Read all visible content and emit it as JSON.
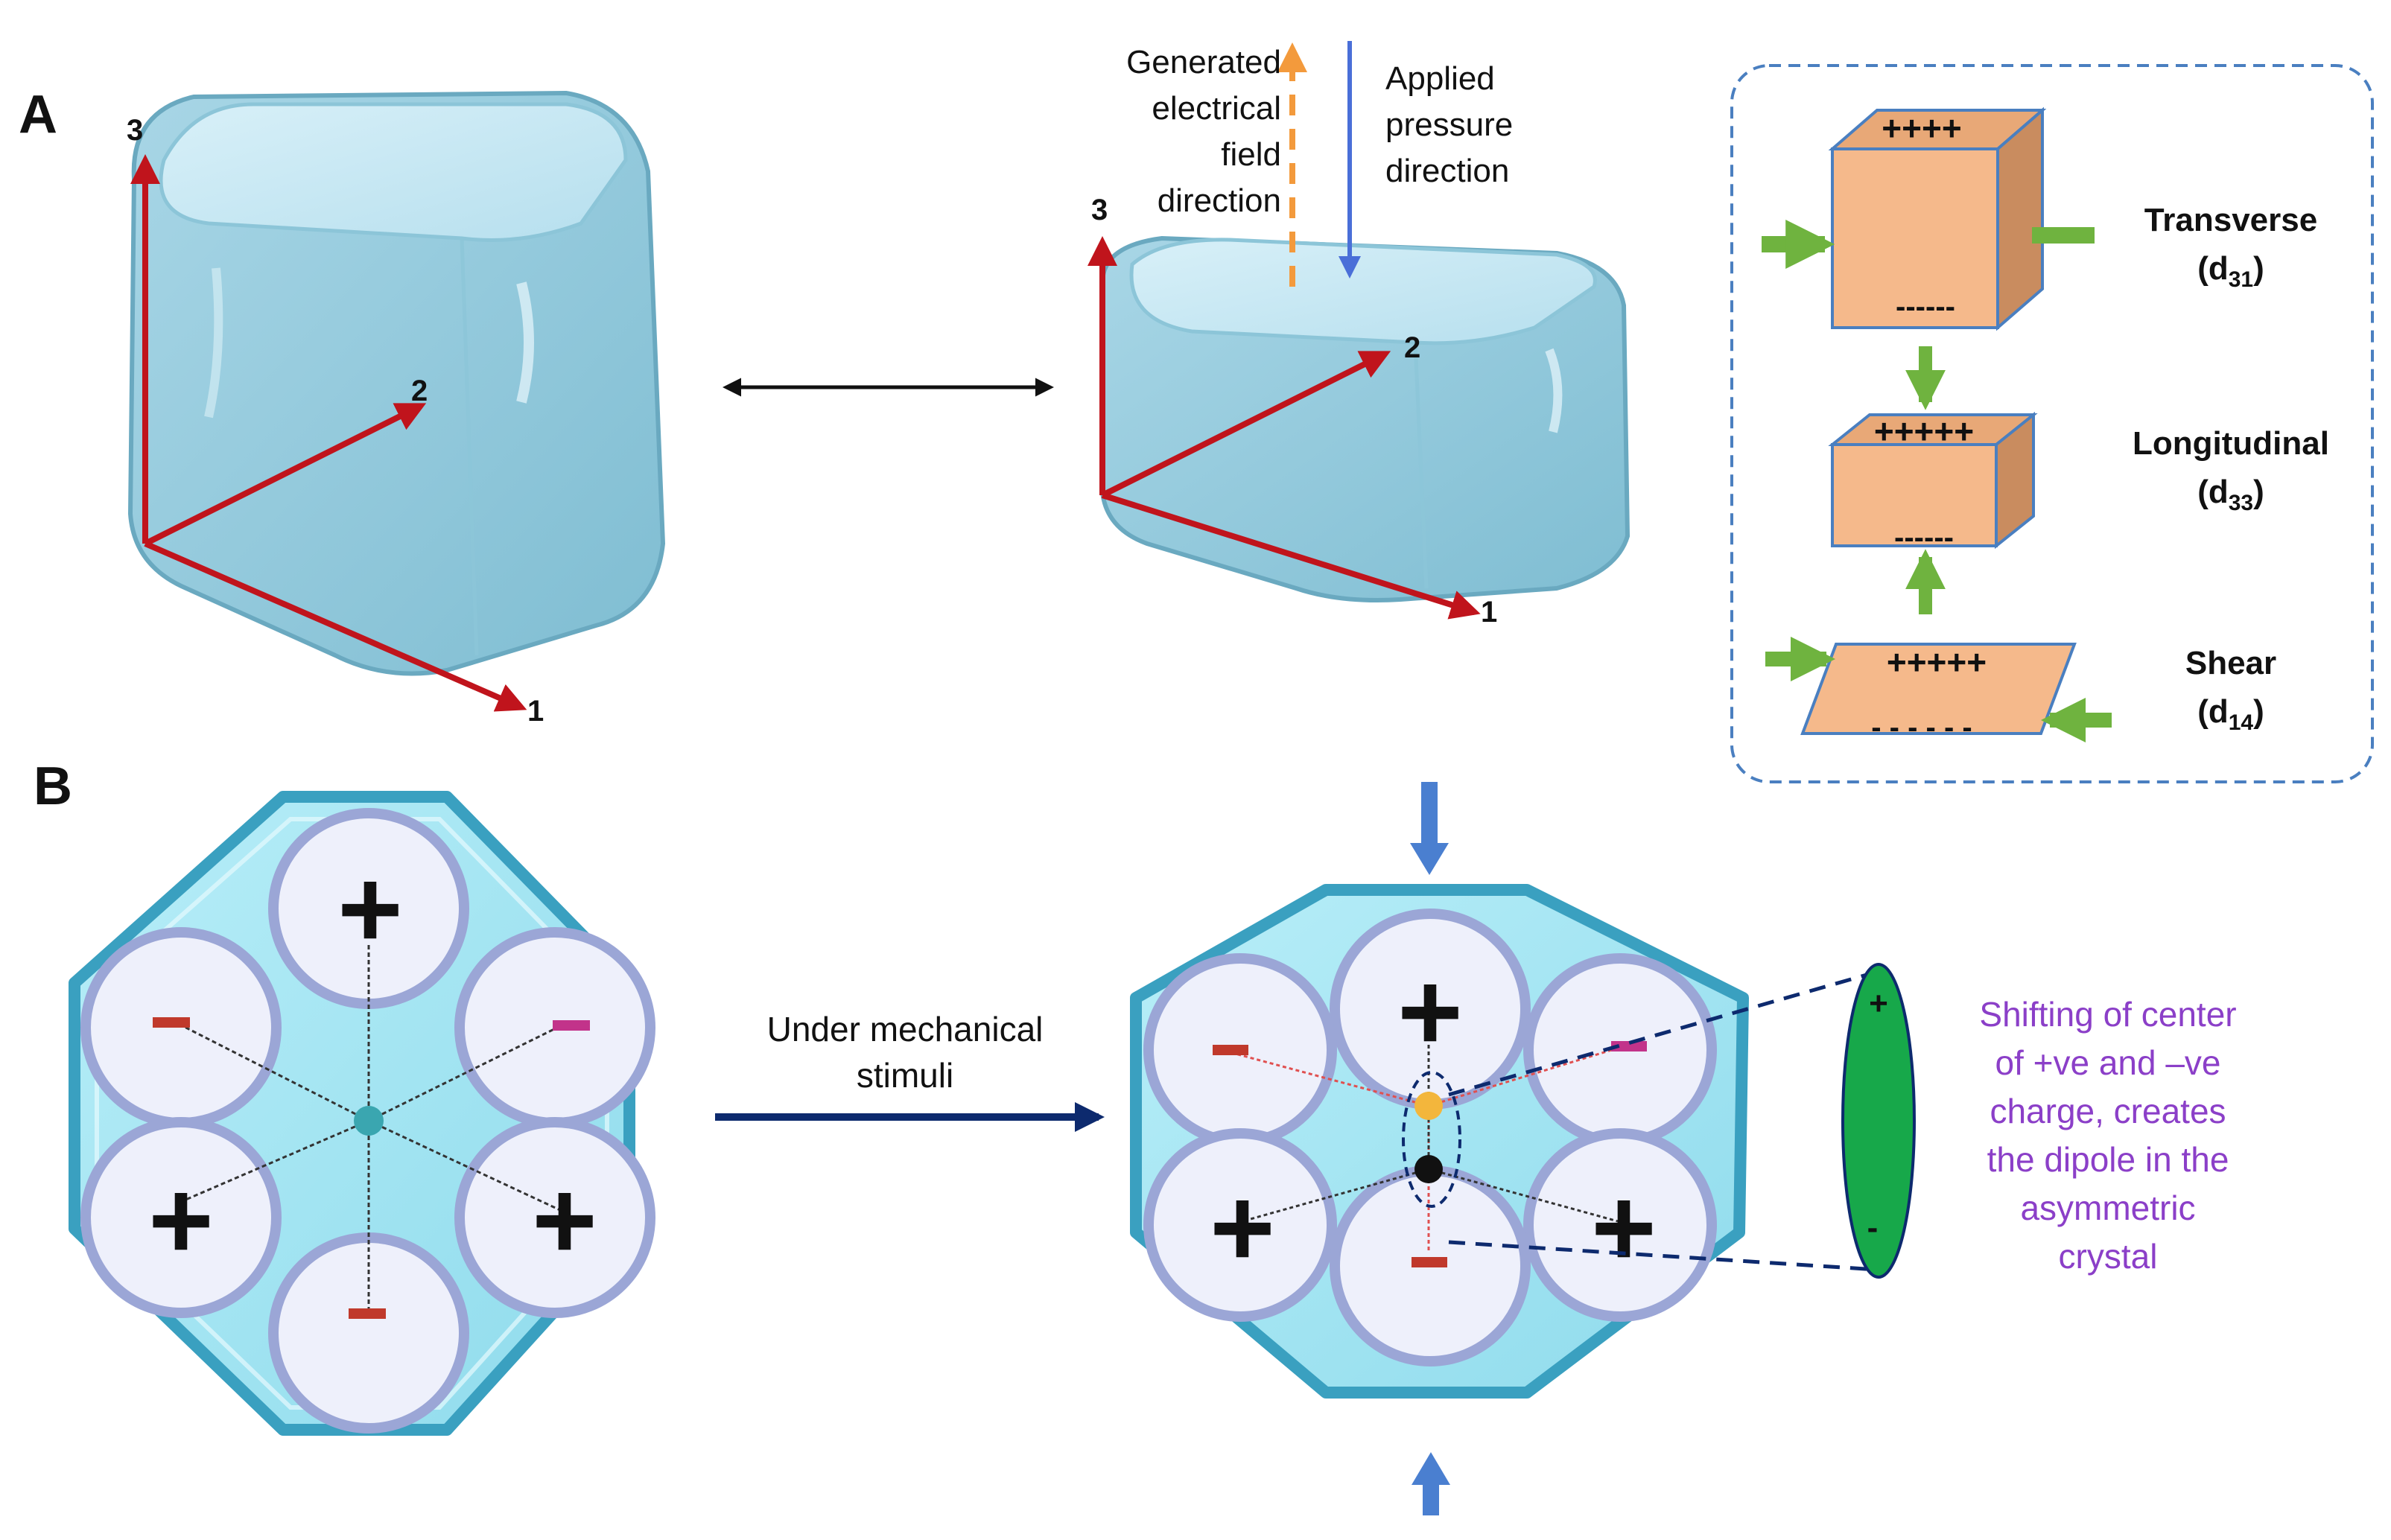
{
  "panel_a": {
    "letter": "A",
    "cube_left": {
      "axis_1": "1",
      "axis_2": "2",
      "axis_3": "3"
    },
    "cube_right": {
      "axis_1": "1",
      "axis_2": "2",
      "axis_3": "3"
    },
    "field_label": [
      "Generated",
      "electrical",
      "field",
      "direction"
    ],
    "pressure_label": [
      "Applied",
      "pressure",
      "direction"
    ],
    "colors": {
      "axis": "#c0141c",
      "field_arrow": "#f39a3c",
      "pressure_arrow": "#4a6fd8"
    }
  },
  "modes": {
    "transverse": {
      "charges_top": "++++",
      "charges_bottom": "------",
      "name": "Transverse",
      "coef_open": "(d",
      "coef_sub": "31",
      "coef_close": ")"
    },
    "longitudinal": {
      "charges_top": "+++++",
      "charges_bottom": "------",
      "name": "Longitudinal",
      "coef_open": "(d",
      "coef_sub": "33",
      "coef_close": ")"
    },
    "shear": {
      "charges_top": "+++++",
      "charges_bottom": "- - - - - -",
      "name": "Shear",
      "coef_open": "(d",
      "coef_sub": "14",
      "coef_close": ")"
    },
    "colors": {
      "block": "#f5b98b",
      "block_side": "#c98c5f",
      "arrow": "#6fb33f",
      "border": "#4a7fc0"
    }
  },
  "panel_b": {
    "letter": "B",
    "stimulus_label": [
      "Under mechanical",
      "stimuli"
    ],
    "plus": "+",
    "minus": "-",
    "dipole_note": [
      "Shifting of center",
      "of +ve and –ve",
      "charge, creates",
      "the dipole in the",
      "asymmetric",
      "crystal"
    ],
    "colors": {
      "note": "#8b3fc8",
      "dipole": "#17a84a",
      "arrow": "#4a7fd0",
      "long_arrow": "#0d2a6e",
      "neg_marker": "#c0392b",
      "neg_marker_alt": "#c2338a"
    }
  }
}
